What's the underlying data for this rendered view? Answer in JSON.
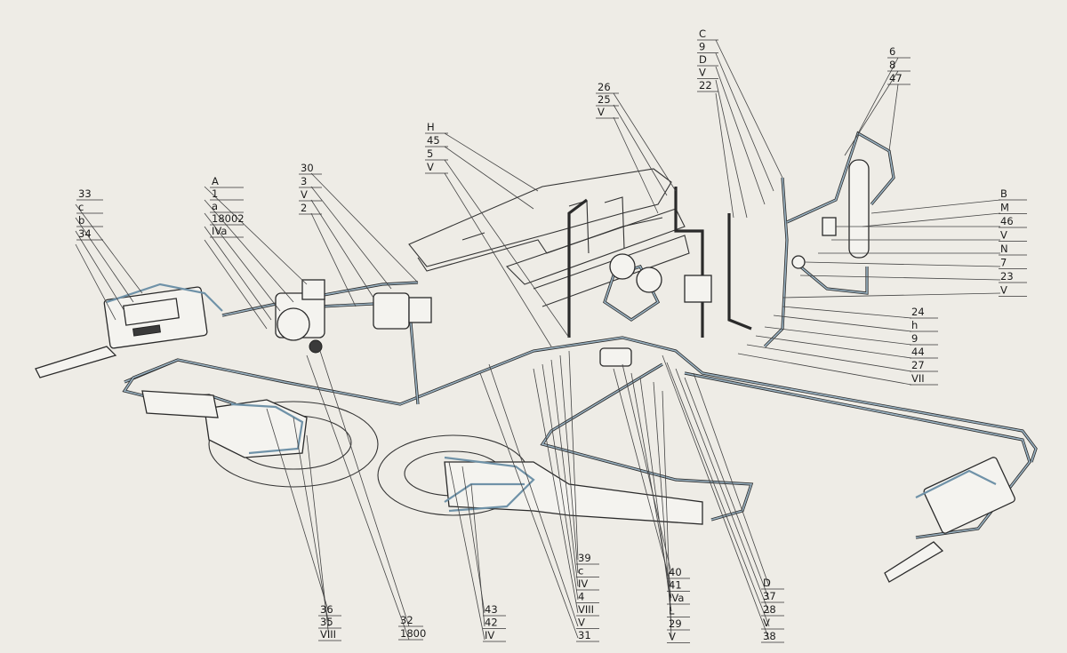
{
  "label_stacks": [
    {
      "id": "stack-33",
      "items": [
        "33",
        "c",
        "b",
        "34"
      ]
    },
    {
      "id": "stack-A",
      "items": [
        "A",
        "1",
        "a",
        "18002",
        "IVa"
      ]
    },
    {
      "id": "stack-30",
      "items": [
        "30",
        "3",
        "V",
        "2"
      ]
    },
    {
      "id": "stack-H",
      "items": [
        "H",
        "45",
        "5",
        "V"
      ]
    },
    {
      "id": "stack-26",
      "items": [
        "26",
        "25",
        "V"
      ]
    },
    {
      "id": "stack-C",
      "items": [
        "C",
        "9",
        "D",
        "V",
        "22"
      ]
    },
    {
      "id": "stack-6",
      "items": [
        "6",
        "8",
        "47"
      ]
    },
    {
      "id": "stack-B",
      "items": [
        "B",
        "M",
        "46",
        "V",
        "N",
        "7",
        "23",
        "V"
      ]
    },
    {
      "id": "stack-24",
      "items": [
        "24",
        "h",
        "9",
        "44",
        "27",
        "VII"
      ]
    },
    {
      "id": "stack-36",
      "items": [
        "36",
        "35",
        "VIII"
      ]
    },
    {
      "id": "stack-32",
      "items": [
        "32",
        "1800"
      ]
    },
    {
      "id": "stack-43",
      "items": [
        "43",
        "42",
        "IV"
      ]
    },
    {
      "id": "stack-39",
      "items": [
        "39",
        "c",
        "IV",
        "4",
        "VIII",
        "V",
        "31"
      ]
    },
    {
      "id": "stack-40",
      "items": [
        "40",
        "41",
        "IVa",
        "L",
        "29",
        "V"
      ]
    },
    {
      "id": "stack-D",
      "items": [
        "D",
        "37",
        "28",
        "V",
        "38"
      ]
    }
  ]
}
